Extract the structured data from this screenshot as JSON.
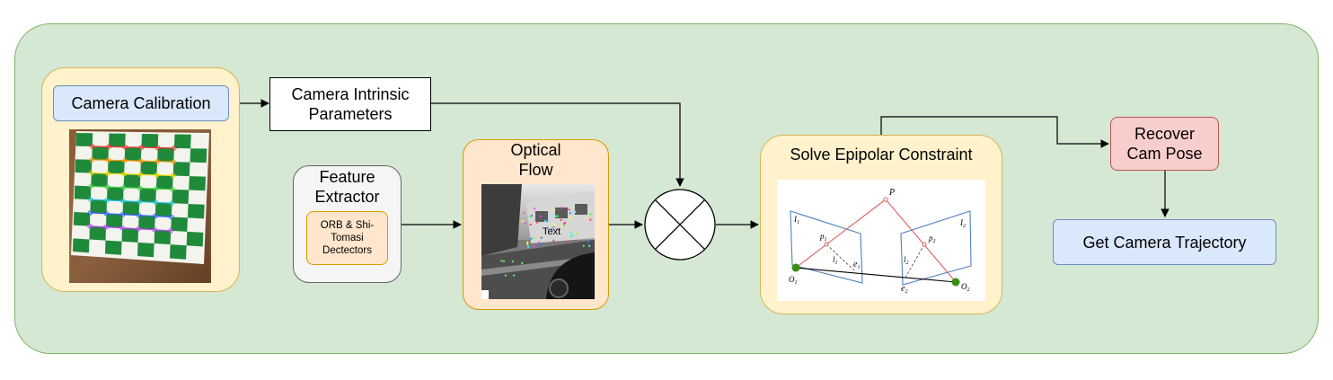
{
  "nodes": {
    "camera_calibration": "Camera Calibration",
    "camera_intrinsic_line1": "Camera Intrinsic",
    "camera_intrinsic_line2": "Parameters",
    "feature_extractor_line1": "Feature",
    "feature_extractor_line2": "Extractor",
    "orb_line1": "ORB & Shi-",
    "orb_line2": "Tomasi",
    "orb_line3": "Dectectors",
    "optical_flow_line1": "Optical",
    "optical_flow_line2": "Flow",
    "optical_flow_overlay_text": "Text",
    "solve_epipolar": "Solve Epipolar Constraint",
    "recover_line1": "Recover",
    "recover_line2": "Cam Pose",
    "trajectory": "Get Camera Trajectory"
  },
  "epipolar_labels": {
    "P": "P",
    "p1": "p",
    "p1_sub": "1",
    "p2": "p",
    "p2_sub": "2",
    "I1": "I",
    "I1_sub": "1",
    "I2": "I",
    "I2_sub": "2",
    "l1": "l",
    "l1_sub": "1",
    "l2": "l",
    "l2_sub": "2",
    "e1": "e",
    "e1_sub": "1",
    "e2": "e",
    "e2_sub": "2",
    "O1": "O",
    "O1_sub": "1",
    "O2": "O",
    "O2_sub": "2"
  },
  "colors": {
    "background": "#d5e8d4",
    "yellow": "#fff2cc",
    "blue": "#dae8fc",
    "orange": "#ffe6cc",
    "red": "#f8cecc",
    "gray": "#f5f5f5",
    "epipolar_red": "#e06060",
    "epipolar_blue": "#4f7fbf",
    "camera_center_green": "#3a8c12"
  }
}
